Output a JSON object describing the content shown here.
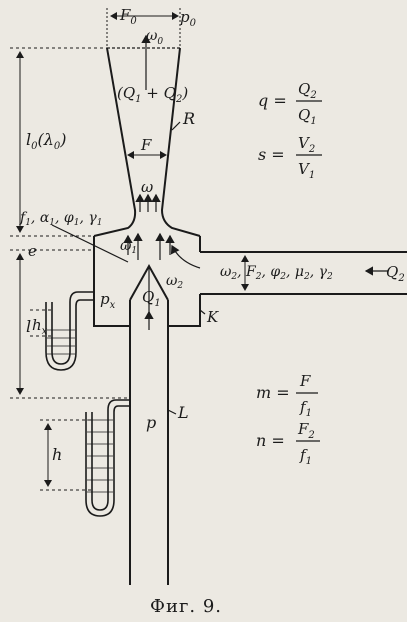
{
  "labels": {
    "F0": "F",
    "F0_sub": "0",
    "p0": "p",
    "p0_sub": "0",
    "omega0": "ω",
    "omega0_sub": "0",
    "q1q2_open": "(Q",
    "q1q2_sub1": "1",
    "q1q2_plus": " + Q",
    "q1q2_sub2": "2",
    "q1q2_close": ")",
    "R": "R",
    "F": "F",
    "omega": "ω",
    "l0": "l",
    "l0_sub": "0",
    "l0_paren": "(λ",
    "l0_paren_sub": "0",
    "l0_paren_close": ")",
    "f1group": "f",
    "f1group_rest": ", α",
    "f1group_rest2": ", φ",
    "f1group_rest3": ", γ",
    "sub1": "1",
    "e": "e",
    "omega1": "ω",
    "omega2": "ω",
    "sub2": "2",
    "right_group": "ω",
    "right_group_b": ", F",
    "right_group_c": ", φ",
    "right_group_d": ", μ",
    "right_group_e": ", γ",
    "Q2_in": "Q",
    "px": "p",
    "px_sub": "x",
    "Q1": "Q",
    "hx": "h",
    "hx_sub": "x",
    "l": "l",
    "K": "K",
    "p": "p",
    "L": "L",
    "h": "h"
  },
  "formulas": {
    "q_lhs": "q =",
    "q_num": "Q",
    "q_num_sub": "2",
    "q_den": "Q",
    "q_den_sub": "1",
    "s_lhs": "s =",
    "s_num": "V",
    "s_num_sub": "2",
    "s_den": "V",
    "s_den_sub": "1",
    "m_lhs": "m =",
    "m_num": "F",
    "m_den": "f",
    "m_den_sub": "1",
    "n_lhs": "n =",
    "n_num": "F",
    "n_num_sub": "2",
    "n_den": "f",
    "n_den_sub": "1"
  },
  "caption": "Фиг. 9."
}
